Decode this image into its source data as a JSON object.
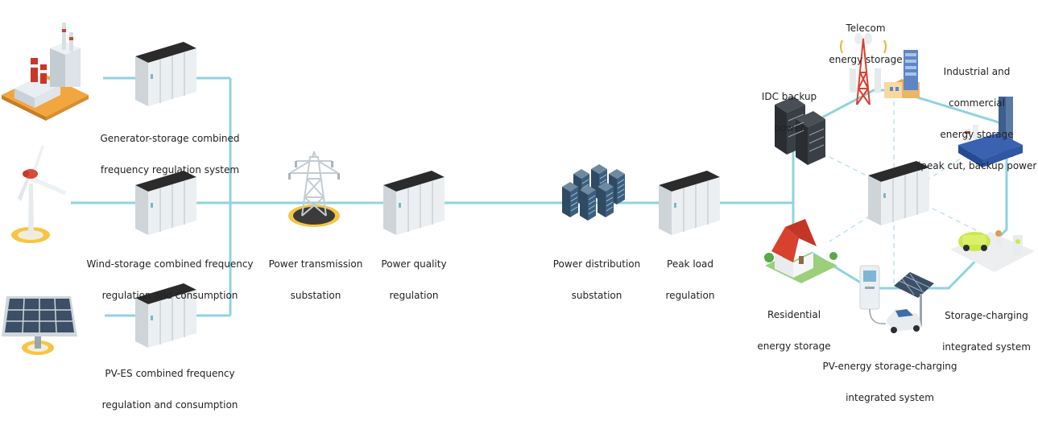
{
  "colors": {
    "connector": "#8fd3e0",
    "dashed_connector": "#bfe3ea",
    "cabinet_top": "#2b2b2b",
    "cabinet_body": "#e9ecef",
    "label_text": "#222222"
  },
  "left_column": [
    {
      "icon": "power-plant-icon",
      "label_lines": [
        "Generator-storage combined",
        "frequency regulation system"
      ]
    },
    {
      "icon": "wind-turbine-icon",
      "label_lines": [
        "Wind-storage combined frequency",
        "regulation and consumption"
      ]
    },
    {
      "icon": "solar-panel-icon",
      "label_lines": [
        "PV-ES combined frequency",
        "regulation and consumption"
      ]
    }
  ],
  "main_line": [
    {
      "icon": "transmission-tower-icon",
      "label_lines": [
        "Power transmission",
        "substation"
      ]
    },
    {
      "icon": "storage-cabinet-icon",
      "label_lines": [
        "Power quality",
        "regulation"
      ]
    },
    {
      "icon": "server-rack-cluster-icon",
      "label_lines": [
        "Power distribution",
        "substation"
      ]
    },
    {
      "icon": "storage-cabinet-icon",
      "label_lines": [
        "Peak load",
        "regulation"
      ]
    }
  ],
  "hexagon": [
    {
      "icon": "telecom-tower-icon",
      "label_lines": [
        "Telecom",
        "energy storage"
      ]
    },
    {
      "icon": "industrial-building-icon",
      "label_lines": [
        "Industrial and",
        "commercial",
        "energy storage",
        "(peak cut, backup power"
      ]
    },
    {
      "icon": "idc-server-icon",
      "label_lines": [
        "IDC backup",
        "power"
      ]
    },
    {
      "icon": "ev-charging-station-icon",
      "label_lines": [
        "Storage-charging",
        "integrated system"
      ]
    },
    {
      "icon": "house-icon",
      "label_lines": [
        "Residential",
        "energy storage"
      ]
    },
    {
      "icon": "pv-carport-icon",
      "label_lines": [
        "PV-energy storage-charging",
        "integrated system"
      ]
    }
  ]
}
